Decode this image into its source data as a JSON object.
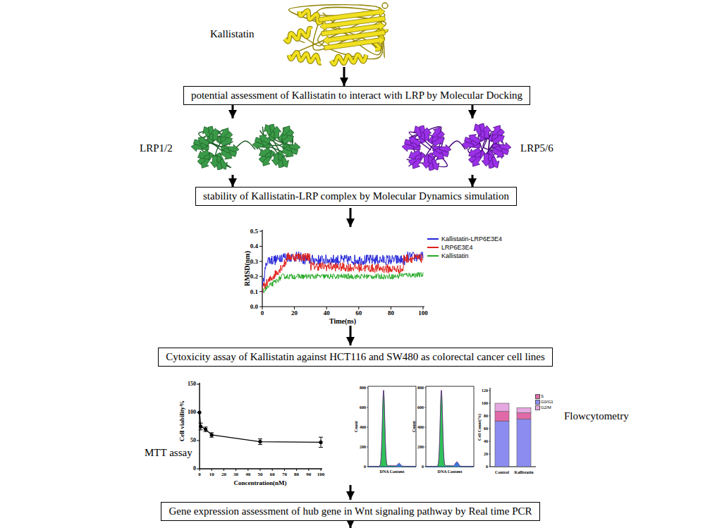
{
  "diagram": {
    "nodes": [
      {
        "text": [
          "Kallistatin"
        ]
      },
      {
        "text": [
          "potential assessment of Kallistatin to interact with LRP by Molecular Docking"
        ]
      },
      {
        "text": [
          "LRP1/2"
        ]
      },
      {
        "text": [
          "LRP5/6"
        ]
      },
      {
        "text": [
          "stability of Kallistatin-LRP complex by Molecular Dynamics simulation"
        ]
      },
      {
        "text": [
          "Cytoxicity assay of Kallistatin against HCT116 and SW480 as colorectal cancer cell lines"
        ]
      },
      {
        "text": [
          "Gene expression assessment of hub gene in Wnt signaling pathway by Real time PCR"
        ]
      }
    ],
    "edges": [
      {
        "from": 0,
        "to": 1,
        "arrow": "to"
      },
      {
        "from": 1,
        "to": 2,
        "arrow": "to"
      },
      {
        "from": 1,
        "to": 3,
        "arrow": "to"
      },
      {
        "from": 2,
        "to": 4,
        "arrow": "to"
      },
      {
        "from": 3,
        "to": 4,
        "arrow": "to"
      }
    ],
    "labels": [
      "0.5",
      "0.4",
      "0.3",
      "0.2",
      "0.1",
      "0.0",
      "RMSD(nm)",
      "0",
      "20",
      "40",
      "60",
      "80",
      "100",
      "Time(ns)",
      "MTT assay",
      "150",
      "100",
      "50",
      "0",
      "Cell viability%",
      "0",
      "10",
      "20",
      "30",
      "40",
      "50",
      "60",
      "70",
      "80",
      "90",
      "100",
      "Concentration(nM)",
      "800",
      "600",
      "400",
      "200",
      "0",
      "Count",
      "DNA Content",
      "800",
      "600",
      "400",
      "200",
      "0",
      "Count",
      "DNA Content",
      "120",
      "100",
      "80",
      "60",
      "40",
      "20",
      "0",
      "Cell Count(%)",
      "Control",
      "Kallistatin",
      "Flowcytometry"
    ],
    "legend": [
      {
        "text": "Kallistatin-LRP6E3E4",
        "color": "#2424d8"
      },
      {
        "text": "LRP6E3E4",
        "color": "#e0201b"
      },
      {
        "text": "Kallistatin",
        "color": "#22a822"
      },
      {
        "text": "S",
        "color": "#e06aa8"
      },
      {
        "text": "G0/G1",
        "color": "#8c8cf0"
      },
      {
        "text": "G2/M",
        "color": "#e6a8e0"
      }
    ]
  }
}
